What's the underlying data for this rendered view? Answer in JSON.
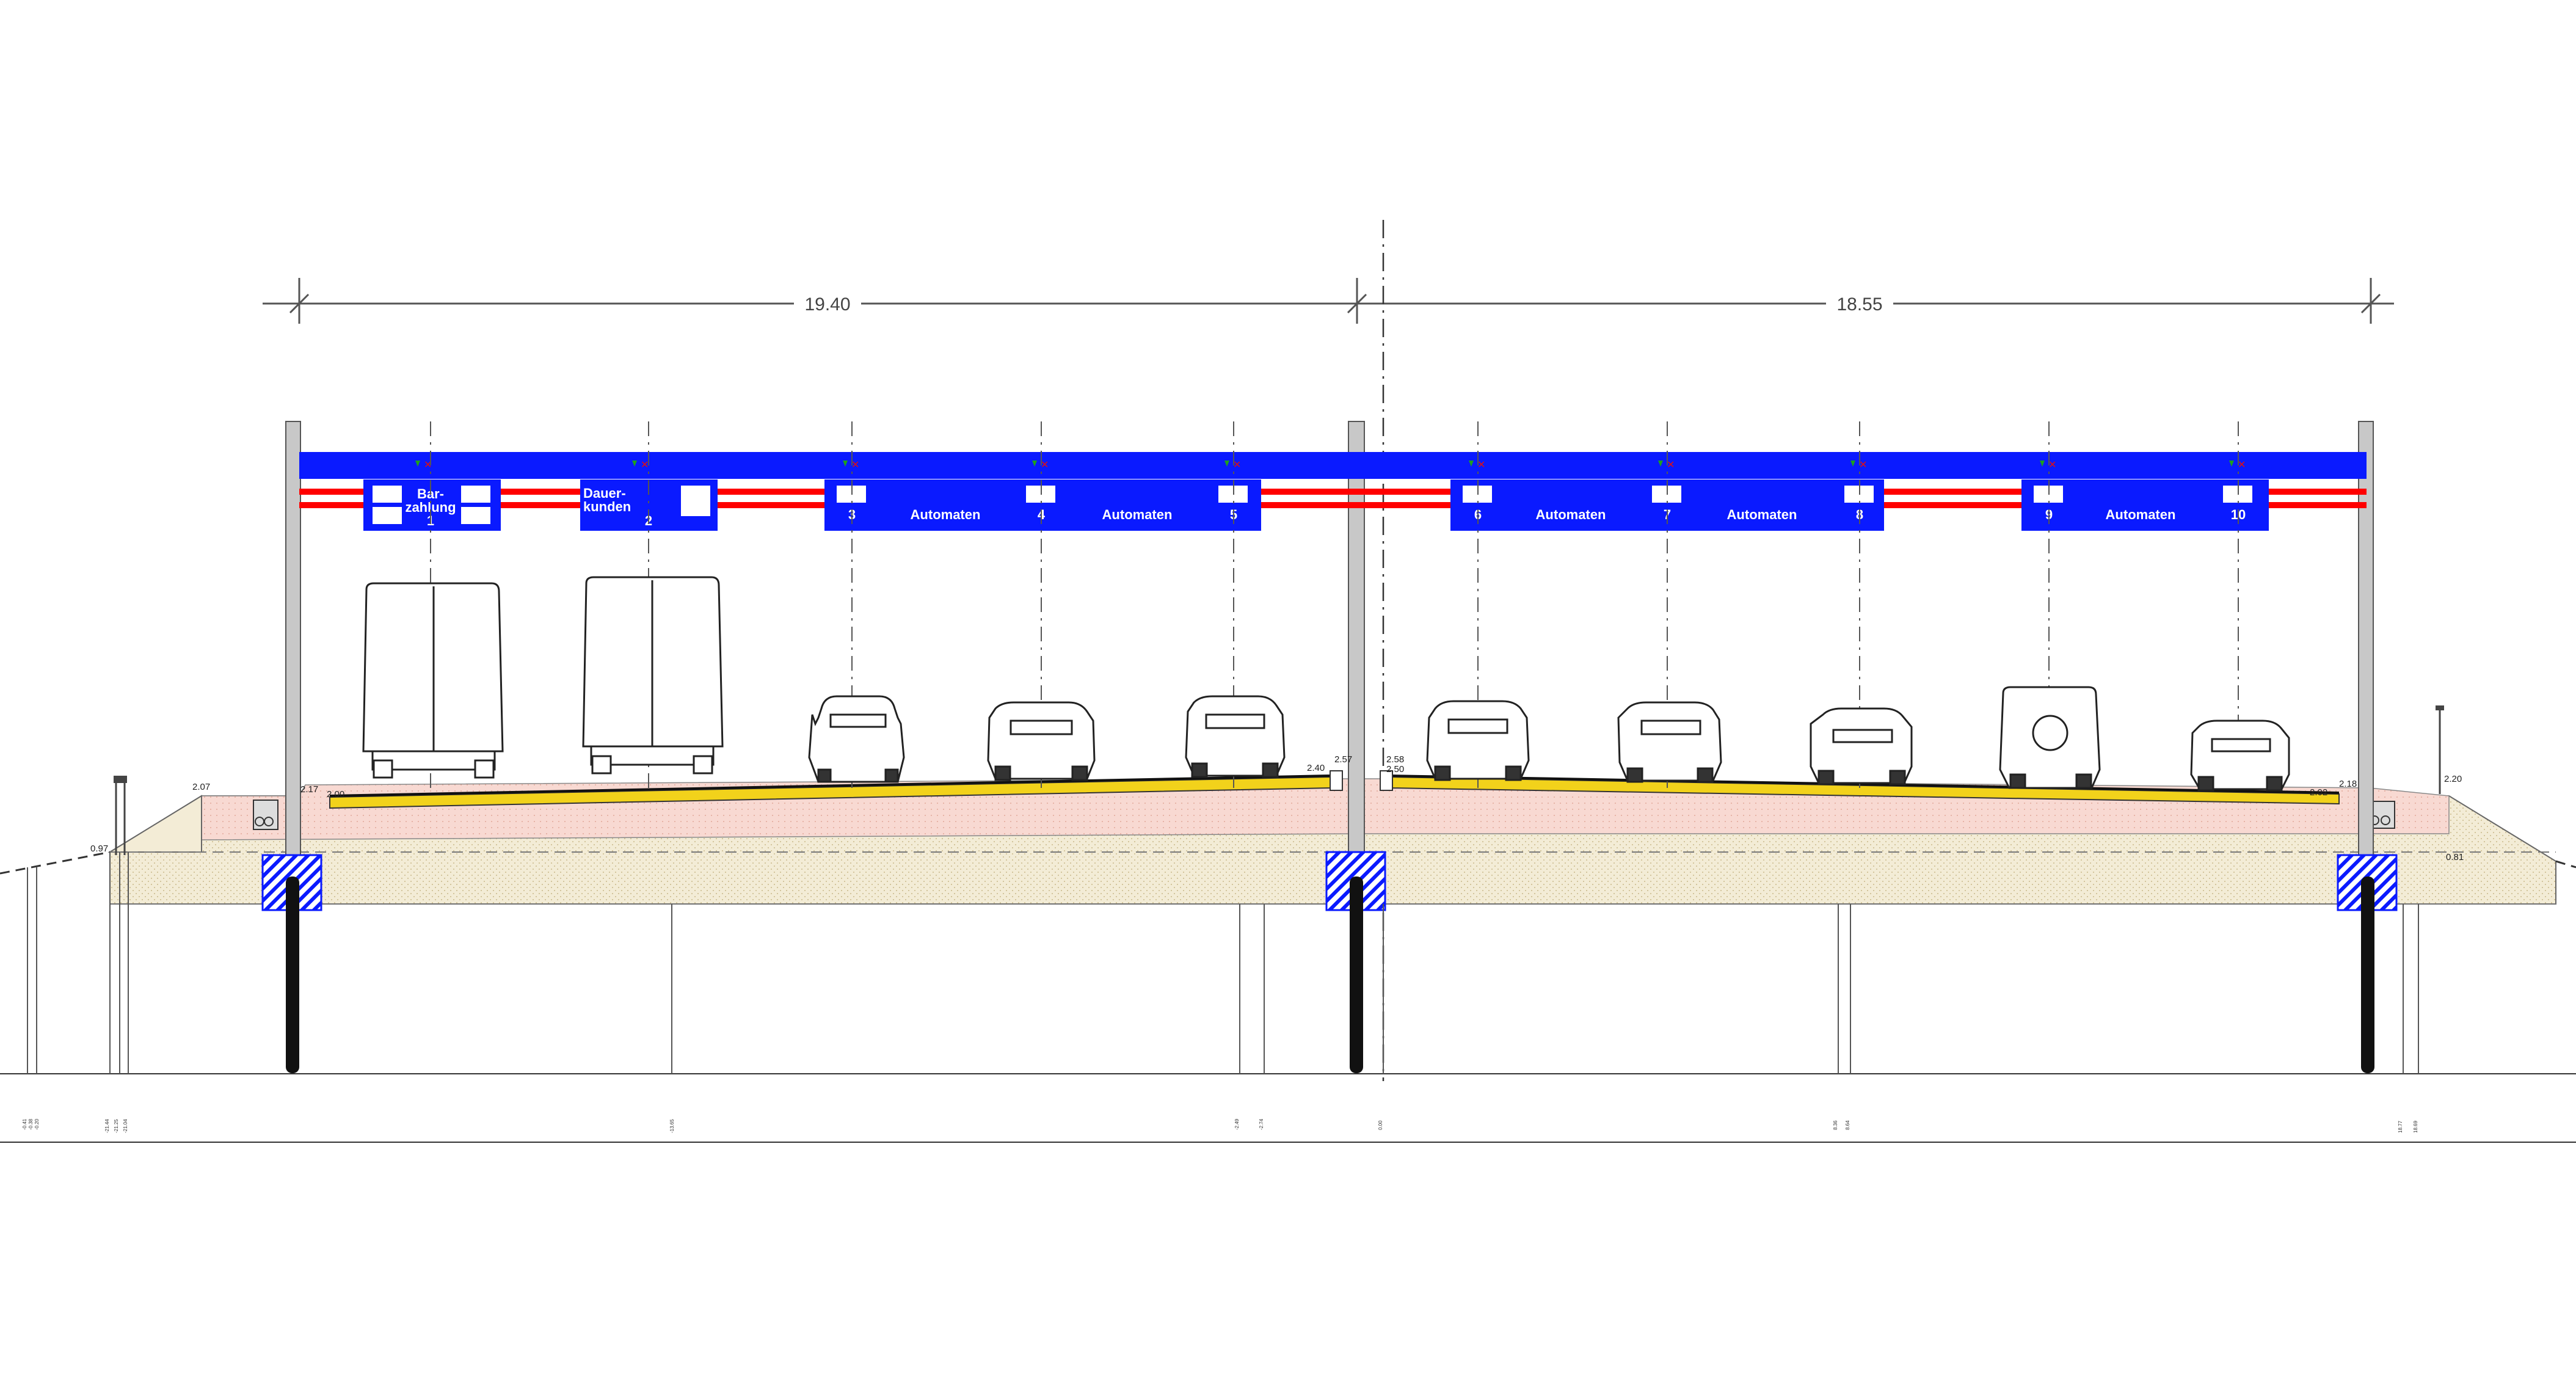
{
  "dimensions": {
    "left_span": "19.40",
    "right_span": "18.55"
  },
  "signs": {
    "left_group": [
      {
        "line1": "Bar-",
        "line2": "zahlung",
        "number": "1"
      },
      {
        "line1": "Dauer-",
        "line2": "kunden",
        "number": "2"
      }
    ],
    "automat_label": "Automaten",
    "lane_numbers": [
      "3",
      "4",
      "5",
      "6",
      "7",
      "8",
      "9",
      "10"
    ]
  },
  "level_labels": {
    "l_2_07": "2.07",
    "l_0_97": "0.97",
    "l_2_17": "2.17",
    "l_2_00": "2.00",
    "l_2_40": "2.40",
    "l_2_57": "2.57",
    "l_2_58": "2.58",
    "l_2_50": "2.50",
    "l_2_02": "2.02",
    "l_2_18": "2.18",
    "l_2_20": "2.20",
    "l_0_81": "0.81"
  },
  "bottom_labels": {
    "a1": "-0.41",
    "a2": "-0.38",
    "a3": "-0.20",
    "b1": "-21.44",
    "b2": "-21.25",
    "b3": "-21.04",
    "c1": "-13.65",
    "d1": "-2.49",
    "d2": "-2.74",
    "e1": "0.00",
    "f1": "8.36",
    "f2": "8.64",
    "g1": "18.77",
    "g2": "18.69"
  },
  "colors": {
    "sign_blue": "#0a1aff",
    "stripe_red": "#ff0000",
    "pylon_gray": "#c8c8c8",
    "foundation_black": "#111111",
    "road_yellow": "#f2d21b",
    "fill_pink": "#f7d6d0",
    "fill_sand": "#f2ead2",
    "arrow_green": "#1ea01e",
    "cross_red": "#e01010"
  }
}
